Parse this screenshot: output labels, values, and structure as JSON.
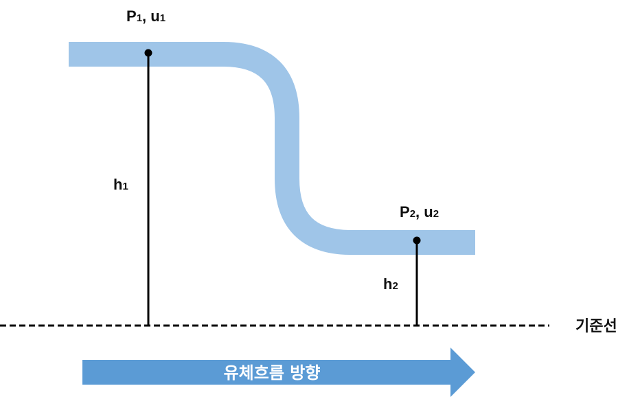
{
  "colors": {
    "pipe": "#9fc5e8",
    "arrow": "#5b9bd5",
    "line": "#000000"
  },
  "point1": {
    "base": "P",
    "sub": "1",
    "sep": ", ",
    "vel_base": "u",
    "vel_sub": "1"
  },
  "point2": {
    "base": "P",
    "sub": "2",
    "sep": ", ",
    "vel_base": "u",
    "vel_sub": "2"
  },
  "height1": {
    "base": "h",
    "sub": "1"
  },
  "height2": {
    "base": "h",
    "sub": "2"
  },
  "reference_line_label": "기준선",
  "flow_direction_label": "유체흐름 방향"
}
